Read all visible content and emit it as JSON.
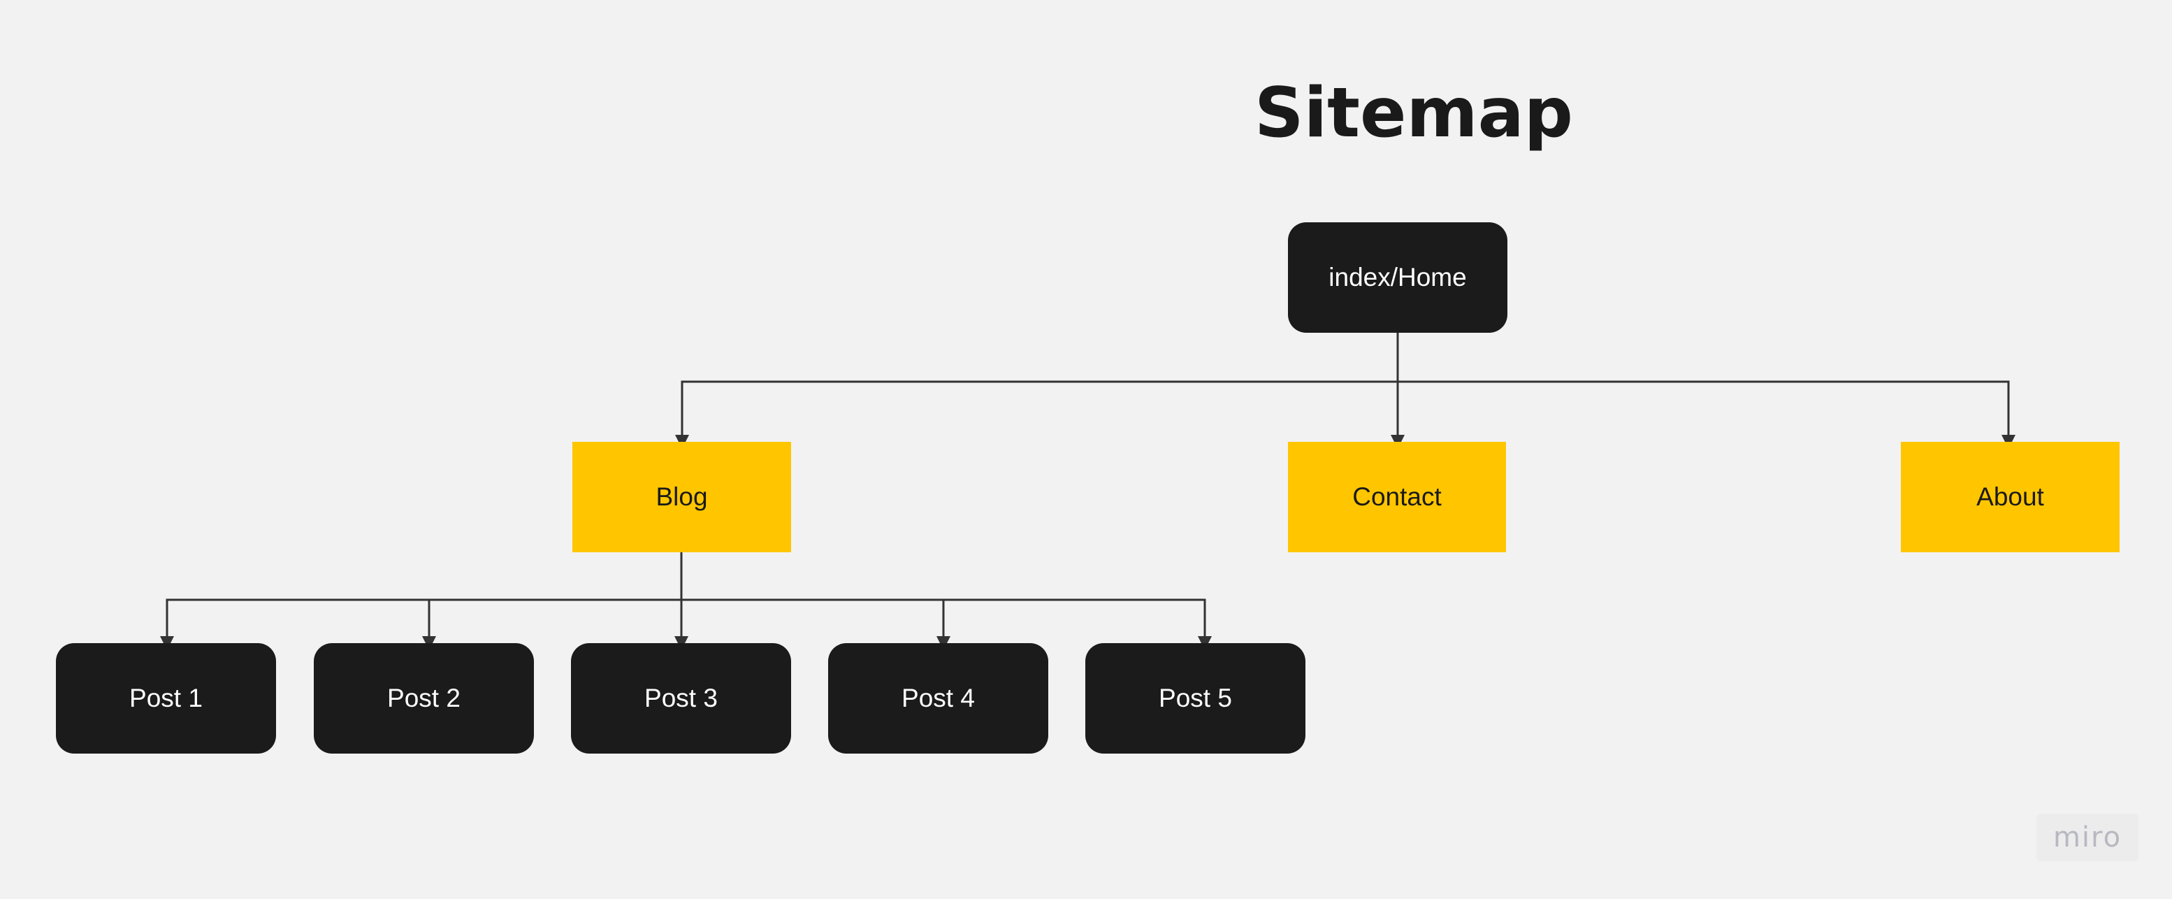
{
  "title": "Sitemap",
  "nodes": {
    "home": "index/Home",
    "blog": "Blog",
    "contact": "Contact",
    "about": "About",
    "post1": "Post 1",
    "post2": "Post 2",
    "post3": "Post 3",
    "post4": "Post 4",
    "post5": "Post 5"
  },
  "edges": [
    [
      "home",
      "blog"
    ],
    [
      "home",
      "contact"
    ],
    [
      "home",
      "about"
    ],
    [
      "blog",
      "post1"
    ],
    [
      "blog",
      "post2"
    ],
    [
      "blog",
      "post3"
    ],
    [
      "blog",
      "post4"
    ],
    [
      "blog",
      "post5"
    ]
  ],
  "colors": {
    "dark": "#1b1b1b",
    "accent": "#ffc600",
    "line": "#333333",
    "background": "#f2f2f2"
  },
  "watermark": "miro"
}
